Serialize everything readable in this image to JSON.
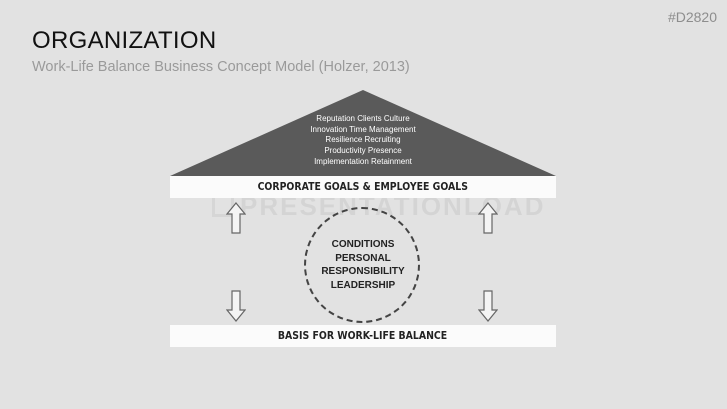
{
  "slide_id": "#D2820",
  "header": {
    "title": "ORGANIZATION",
    "subtitle": "Work-Life Balance Business Concept Model (Holzer, 2013)"
  },
  "watermark": "PRESENTATIONLOAD",
  "roof": {
    "color": "#5a5a5a",
    "items": [
      "Reputation Clients Culture",
      "Innovation Time Management",
      "Resilience Recruiting",
      "Productivity Presence",
      "Implementation Retainment"
    ]
  },
  "top_bar": {
    "label": "CORPORATE GOALS & EMPLOYEE GOALS"
  },
  "center": {
    "lines": [
      "CONDITIONS",
      "PERSONAL",
      "RESPONSIBILITY",
      "LEADERSHIP"
    ]
  },
  "bottom_bar": {
    "label": "BASIS FOR WORK-LIFE BALANCE"
  }
}
